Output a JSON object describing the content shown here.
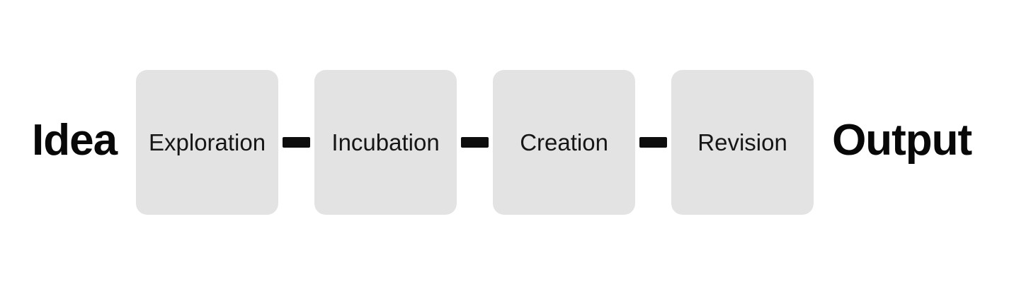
{
  "diagram": {
    "title": "Idea to Output creative process flow",
    "input_label": "Idea",
    "output_label": "Output",
    "stages": [
      {
        "label": "Exploration"
      },
      {
        "label": "Incubation"
      },
      {
        "label": "Creation"
      },
      {
        "label": "Revision"
      }
    ],
    "connector_count": 3,
    "colors": {
      "background": "#ffffff",
      "box_fill": "#e4e3e3",
      "box_text": "#161616",
      "endpoint_text": "#080808",
      "connector": "#0d0d0d"
    }
  }
}
